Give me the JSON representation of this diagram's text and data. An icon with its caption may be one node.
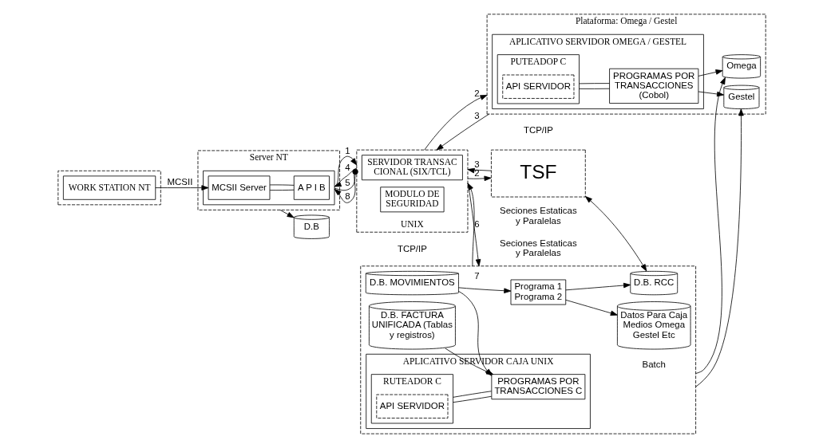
{
  "diagram": {
    "nodes": [
      {
        "text": [],
        "shape": "box"
      },
      {
        "text": [
          "WORK STATION NT"
        ],
        "in": 0
      },
      {
        "text": [
          "Server NT"
        ]
      },
      {
        "text": [],
        "shape": "box",
        "in": 2
      },
      {
        "text": [
          "MCSII Server"
        ],
        "in": 3
      },
      {
        "text": [
          "A P I B"
        ],
        "in": 3
      },
      {
        "text": [
          "D.B"
        ]
      },
      {
        "text": [
          "UNIX"
        ]
      },
      {
        "text": [
          "SERVIDOR TRANSAC CIONAL (SIX/TCL)"
        ],
        "in": 7
      },
      {
        "text": [
          "MODULO DE SEGURIDAD"
        ],
        "in": 7
      },
      {
        "text": [
          "Plataforma: Omega / Gestel"
        ]
      },
      {
        "text": [
          "APLICATIVO SERVIDOR OMEGA / GESTEL"
        ],
        "in": 10
      },
      {
        "text": [
          "PUTEADOP C"
        ],
        "in": 11
      },
      {
        "text": [
          "API SERVIDOR"
        ],
        "in": 12
      },
      {
        "text": [
          "PROGRAMAS POR TRANSACCIONES (Cobol)"
        ],
        "in": 11
      },
      {
        "text": [
          "Omega"
        ],
        "in": 10
      },
      {
        "text": [
          "Gestel"
        ],
        "in": 10
      },
      {
        "text": [],
        "shape": "box"
      },
      {
        "text": [
          "D.B. FACTURA UNIFICADA (Tablas y registros)"
        ],
        "in": 17
      },
      {
        "text": [
          "D.B. MOVIMIENTOS"
        ],
        "in": 17
      },
      {
        "text": [
          "Programa 1 Programa 2"
        ],
        "in": 17
      },
      {
        "text": [
          "Datos Para Caja Medios Omega Gestel Etc"
        ],
        "in": 17
      },
      {
        "text": [
          "D.B. RCC"
        ],
        "in": 17
      },
      {
        "text": [
          "APLICATIVO SERVIDOR CAJA UNIX"
        ],
        "in": 17
      },
      {
        "text": [
          "RUTEADOR C"
        ],
        "in": 23
      },
      {
        "text": [
          "API SERVIDOR"
        ],
        "in": 24
      },
      {
        "text": [
          "PROGRAMAS POR TRANSACCIONES C"
        ],
        "in": 23
      },
      {
        "text": [
          "TSF"
        ]
      }
    ],
    "edges": [
      {
        "from": 1,
        "to": 4,
        "arrow": "to",
        "label": "MCSII"
      },
      {
        "from": 4,
        "to": 5,
        "arrow": "none"
      },
      {
        "from": 4,
        "to": 5,
        "arrow": "none"
      },
      {
        "from": 2,
        "to": 6,
        "arrow": "to"
      },
      {
        "from": 3,
        "to": 7,
        "arrow": "to",
        "label": "1"
      },
      {
        "from": 7,
        "to": 3,
        "arrow": "to",
        "label": "4"
      },
      {
        "from": 3,
        "to": 7,
        "arrow": "other",
        "label": "5"
      },
      {
        "from": 7,
        "to": 3,
        "arrow": "to",
        "label": "8"
      },
      {
        "from": 7,
        "to": 10,
        "arrow": "to",
        "label": "2"
      },
      {
        "from": 10,
        "to": 7,
        "arrow": "to",
        "label": "3"
      },
      {
        "from": 7,
        "to": 17,
        "arrow": "to",
        "label": "6"
      },
      {
        "from": 17,
        "to": 7,
        "arrow": "to",
        "label": "7"
      },
      {
        "from": 7,
        "to": 27,
        "arrow": "to",
        "label": "2"
      },
      {
        "from": 27,
        "to": 7,
        "arrow": "to",
        "label": "3"
      },
      {
        "from": 12,
        "to": 14,
        "arrow": "none"
      },
      {
        "from": 12,
        "to": 14,
        "arrow": "none"
      },
      {
        "from": 14,
        "to": 15,
        "arrow": "to"
      },
      {
        "from": 14,
        "to": 16,
        "arrow": "to"
      },
      {
        "from": 17,
        "to": 15,
        "arrow": "to",
        "label": "Batch"
      },
      {
        "from": 17,
        "to": 16,
        "arrow": "to"
      },
      {
        "from": 27,
        "to": 22,
        "arrow": "both"
      },
      {
        "from": 18,
        "to": 26,
        "arrow": "to"
      },
      {
        "from": 19,
        "to": 26,
        "arrow": "to"
      },
      {
        "from": 19,
        "to": 20,
        "arrow": "to"
      },
      {
        "from": 20,
        "to": 21,
        "arrow": "to"
      },
      {
        "from": 20,
        "to": 22,
        "arrow": "to"
      },
      {
        "from": 24,
        "to": 26,
        "arrow": "none"
      },
      {
        "from": 24,
        "to": 26,
        "arrow": "none"
      }
    ],
    "labels": [
      "TCP/IP",
      "TCP/IP",
      "Seciones Estaticas y Paralelas",
      "Seciones Estaticas y Paralelas"
    ]
  }
}
